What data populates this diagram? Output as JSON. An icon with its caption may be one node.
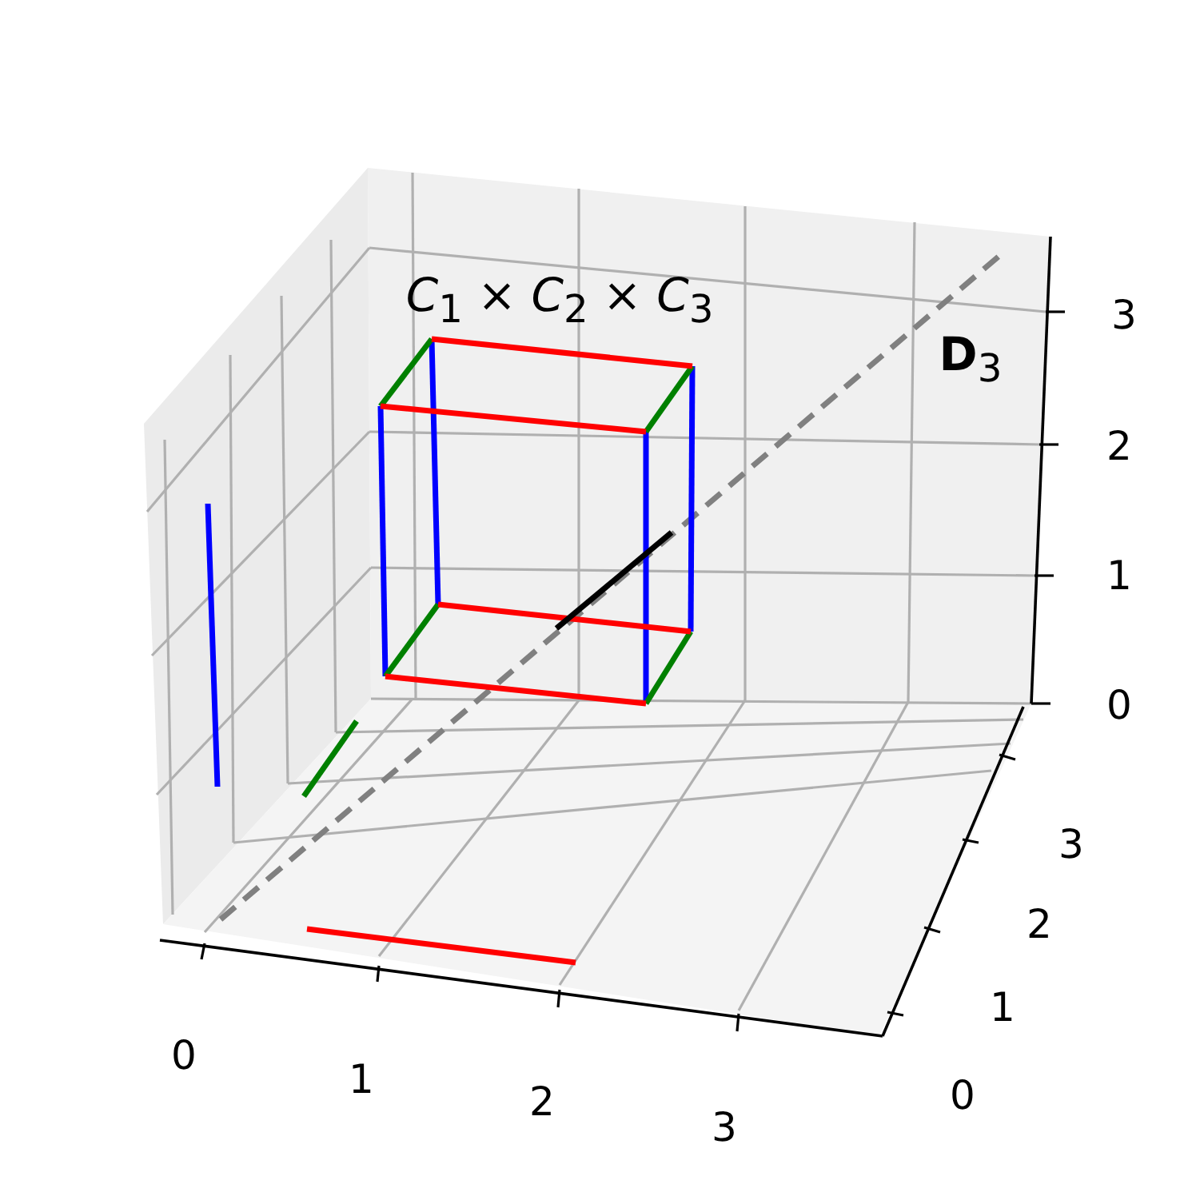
{
  "diagram": {
    "labels": [
      "*C*$_{1}$ × *C*$_{2}$ × *C*$_{3}$",
      "**D**$_{3}$",
      "0",
      "1",
      "2",
      "3",
      "0",
      "1",
      "2",
      "3",
      "0",
      "1",
      "2",
      "3"
    ]
  }
}
